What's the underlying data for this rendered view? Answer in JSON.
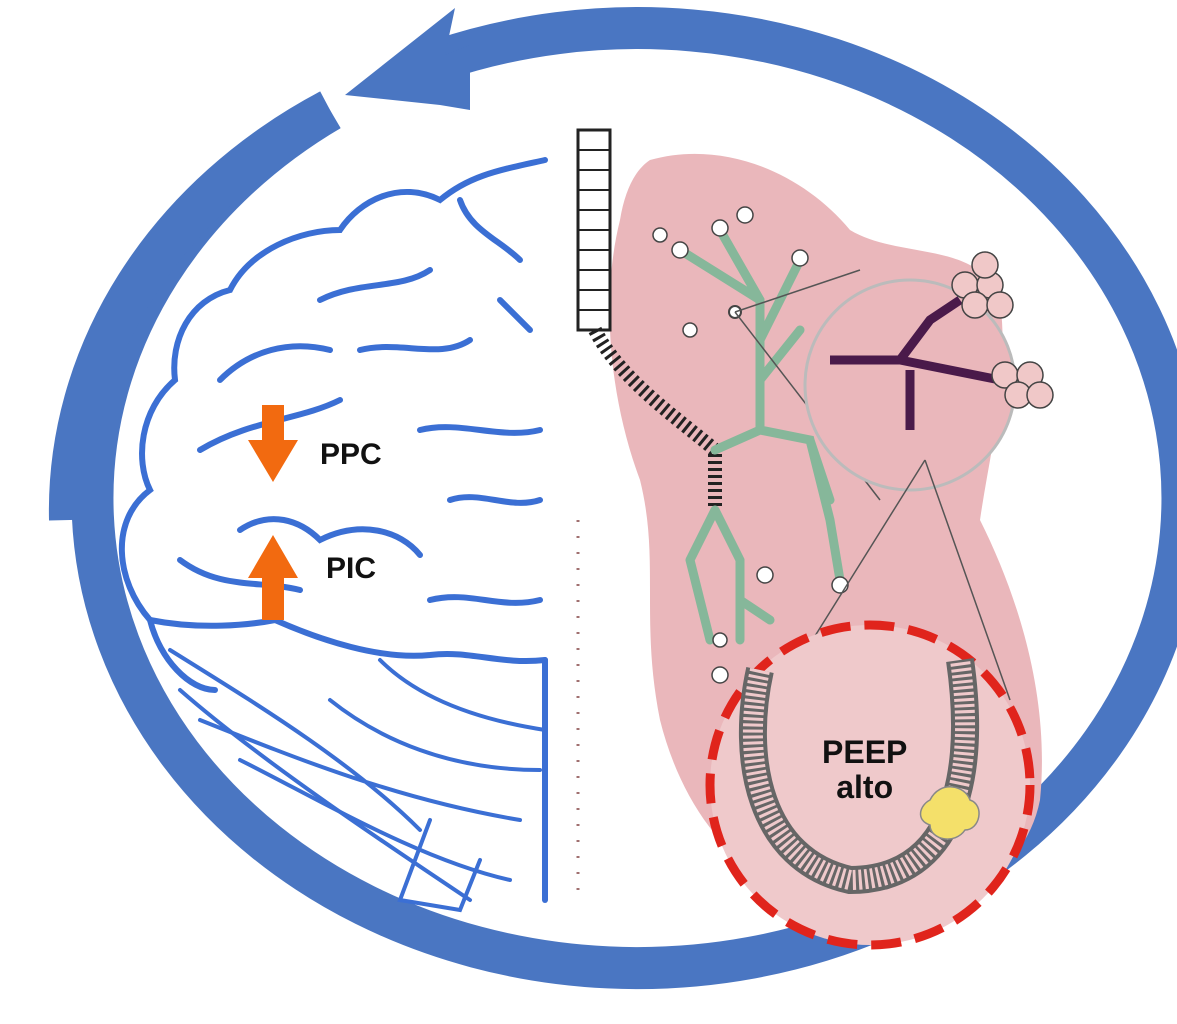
{
  "labels": {
    "ppc": "PPC",
    "pic": "PIC",
    "peep_line1": "PEEP",
    "peep_line2": "alto"
  },
  "colors": {
    "cycle_arrow": "#4a76c2",
    "brain": "#3b6fd4",
    "pressure_arrow": "#f26a10",
    "lung": "#eab7bb",
    "bronchi": "#86b79a",
    "dashed_circle": "#e0241c",
    "cell": "#f4e06a"
  }
}
